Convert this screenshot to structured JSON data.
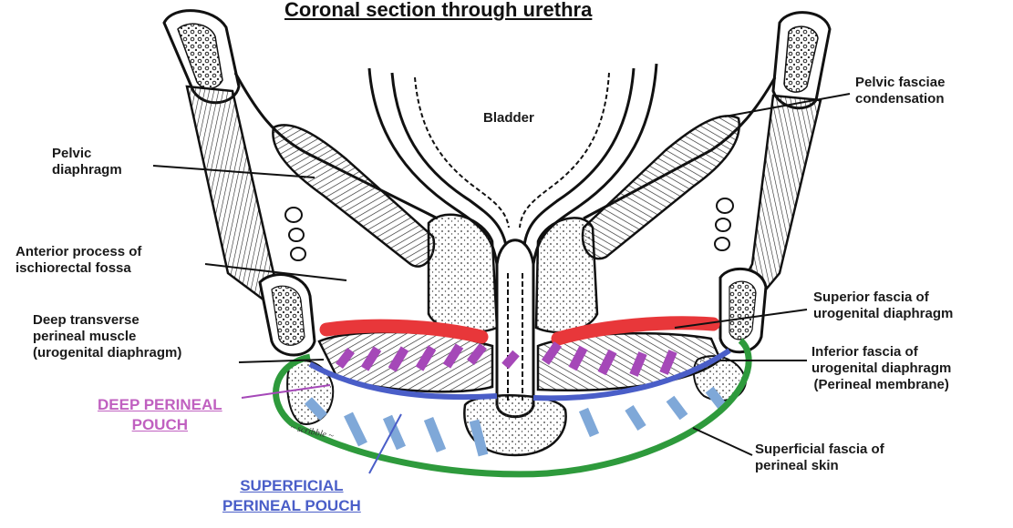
{
  "title": "Coronal section through urethra",
  "labels": {
    "bladder": "Bladder",
    "pelvic_fasciae": [
      "Pelvic fasciae",
      "condensation"
    ],
    "pelvic_diaphragm": [
      "Pelvic",
      "diaphragm"
    ],
    "anterior_process": [
      "Anterior process of",
      "ischiorectal fossa"
    ],
    "deep_transverse": [
      "Deep transverse",
      "perineal muscle",
      "(urogenital diaphragm)"
    ],
    "superior_fascia": [
      "Superior fascia of",
      "urogenital diaphragm"
    ],
    "inferior_fascia": [
      "Inferior fascia of",
      "urogenital diaphragm",
      "(Perineal membrane)"
    ],
    "superficial_fascia": [
      "Superficial fascia of",
      "perineal skin"
    ],
    "deep_pouch": [
      "DEEP PERINEAL",
      "POUCH"
    ],
    "superficial_pouch": [
      "SUPERFICIAL",
      "PERINEAL POUCH"
    ]
  },
  "colors": {
    "superior_fascia": "#e8373a",
    "inferior_fascia": "#4a5ec8",
    "superficial_fascia": "#2e9a3c",
    "deep_pouch": "#a548b8",
    "superficial_pouch": "#7fa8d8"
  }
}
